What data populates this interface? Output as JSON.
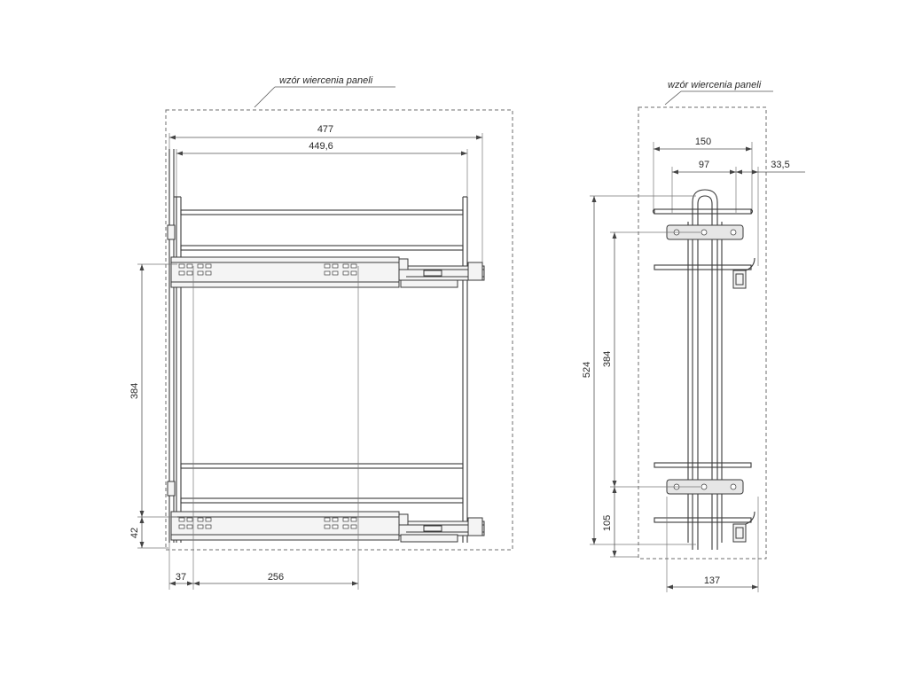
{
  "front_view": {
    "panel_note": "wzór wiercenia paneli",
    "dims": {
      "width_outer": "477",
      "width_inner": "449,6",
      "height_between_runners": "384",
      "bottom_offset": "42",
      "left_offset": "37",
      "hole_spacing": "256"
    }
  },
  "side_view": {
    "panel_note": "wzór wiercenia paneli",
    "dims": {
      "top_width": "150",
      "mid_width": "97",
      "right_offset": "33,5",
      "total_height": "524",
      "runner_spacing": "384",
      "bottom_height": "105",
      "bottom_width": "137"
    }
  }
}
